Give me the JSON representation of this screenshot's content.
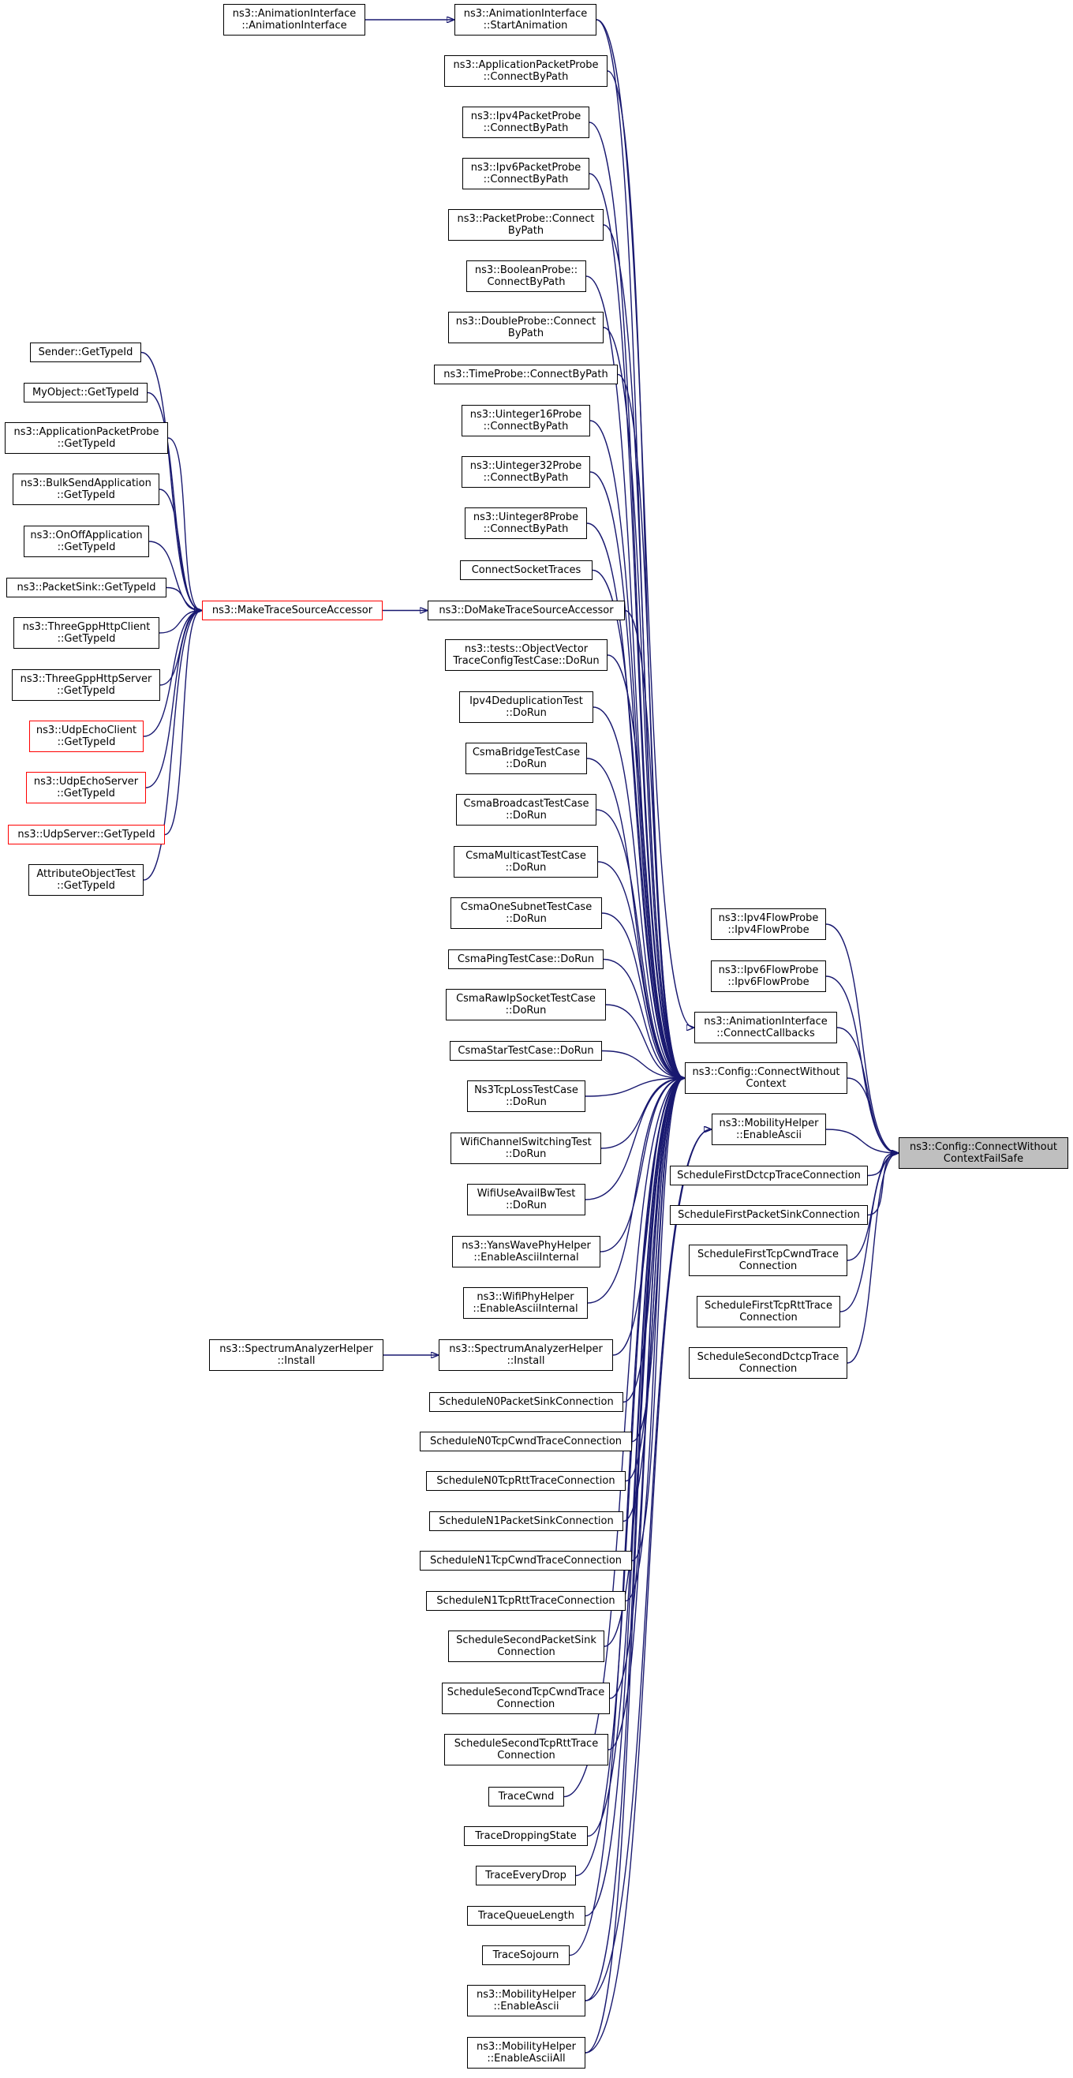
{
  "colors": {
    "edge": "#191970",
    "node_border": "#000000",
    "truncated_node_border": "#ff0000",
    "root_fill": "#bfbfbf",
    "background": "#ffffff"
  },
  "nodes": [
    {
      "id": "root",
      "lines": [
        "ns3::Config::ConnectWithout",
        "ContextFailSafe"
      ],
      "style": "root"
    },
    {
      "id": "ipv4flowprobe",
      "lines": [
        "ns3::Ipv4FlowProbe",
        "::Ipv4FlowProbe"
      ]
    },
    {
      "id": "ipv6flowprobe",
      "lines": [
        "ns3::Ipv6FlowProbe",
        "::Ipv6FlowProbe"
      ]
    },
    {
      "id": "connectcallbacks",
      "lines": [
        "ns3::AnimationInterface",
        "::ConnectCallbacks"
      ]
    },
    {
      "id": "connectwithoutcontext",
      "lines": [
        "ns3::Config::ConnectWithout",
        "Context"
      ]
    },
    {
      "id": "mobility_enableascii_r",
      "lines": [
        "ns3::MobilityHelper",
        "::EnableAscii"
      ]
    },
    {
      "id": "sched_first_dctcp",
      "lines": [
        "ScheduleFirstDctcpTraceConnection"
      ]
    },
    {
      "id": "sched_first_pktsink",
      "lines": [
        "ScheduleFirstPacketSinkConnection"
      ]
    },
    {
      "id": "sched_first_cwnd",
      "lines": [
        "ScheduleFirstTcpCwndTrace",
        "Connection"
      ]
    },
    {
      "id": "sched_first_rtt",
      "lines": [
        "ScheduleFirstTcpRttTrace",
        "Connection"
      ]
    },
    {
      "id": "sched_second_dctcp",
      "lines": [
        "ScheduleSecondDctcpTrace",
        "Connection"
      ]
    },
    {
      "id": "startanimation",
      "lines": [
        "ns3::AnimationInterface",
        "::StartAnimation"
      ]
    },
    {
      "id": "anim_ctor",
      "lines": [
        "ns3::AnimationInterface",
        "::AnimationInterface"
      ]
    },
    {
      "id": "apppktprobe_cbp",
      "lines": [
        "ns3::ApplicationPacketProbe",
        "::ConnectByPath"
      ]
    },
    {
      "id": "ipv4pktprobe_cbp",
      "lines": [
        "ns3::Ipv4PacketProbe",
        "::ConnectByPath"
      ]
    },
    {
      "id": "ipv6pktprobe_cbp",
      "lines": [
        "ns3::Ipv6PacketProbe",
        "::ConnectByPath"
      ]
    },
    {
      "id": "pktprobe_cbp",
      "lines": [
        "ns3::PacketProbe::Connect",
        "ByPath"
      ]
    },
    {
      "id": "boolprobe_cbp",
      "lines": [
        "ns3::BooleanProbe::",
        "ConnectByPath"
      ]
    },
    {
      "id": "dblprobe_cbp",
      "lines": [
        "ns3::DoubleProbe::Connect",
        "ByPath"
      ]
    },
    {
      "id": "timeprobe_cbp",
      "lines": [
        "ns3::TimeProbe::ConnectByPath"
      ]
    },
    {
      "id": "u16probe_cbp",
      "lines": [
        "ns3::Uinteger16Probe",
        "::ConnectByPath"
      ]
    },
    {
      "id": "u32probe_cbp",
      "lines": [
        "ns3::Uinteger32Probe",
        "::ConnectByPath"
      ]
    },
    {
      "id": "u8probe_cbp",
      "lines": [
        "ns3::Uinteger8Probe",
        "::ConnectByPath"
      ]
    },
    {
      "id": "connectsockettraces",
      "lines": [
        "ConnectSocketTraces"
      ]
    },
    {
      "id": "domaketsa",
      "lines": [
        "ns3::DoMakeTraceSourceAccessor"
      ]
    },
    {
      "id": "makestsa",
      "lines": [
        "ns3::MakeTraceSourceAccessor"
      ],
      "style": "red"
    },
    {
      "id": "sender_gti",
      "lines": [
        "Sender::GetTypeId"
      ]
    },
    {
      "id": "myobject_gti",
      "lines": [
        "MyObject::GetTypeId"
      ]
    },
    {
      "id": "apppktprobe_gti",
      "lines": [
        "ns3::ApplicationPacketProbe",
        "::GetTypeId"
      ]
    },
    {
      "id": "bulksend_gti",
      "lines": [
        "ns3::BulkSendApplication",
        "::GetTypeId"
      ]
    },
    {
      "id": "onoff_gti",
      "lines": [
        "ns3::OnOffApplication",
        "::GetTypeId"
      ]
    },
    {
      "id": "pktsink_gti",
      "lines": [
        "ns3::PacketSink::GetTypeId"
      ]
    },
    {
      "id": "httpclient_gti",
      "lines": [
        "ns3::ThreeGppHttpClient",
        "::GetTypeId"
      ]
    },
    {
      "id": "httpserver_gti",
      "lines": [
        "ns3::ThreeGppHttpServer",
        "::GetTypeId"
      ]
    },
    {
      "id": "udpechoclient_gti",
      "lines": [
        "ns3::UdpEchoClient",
        "::GetTypeId"
      ],
      "style": "red"
    },
    {
      "id": "udpechoserver_gti",
      "lines": [
        "ns3::UdpEchoServer",
        "::GetTypeId"
      ],
      "style": "red"
    },
    {
      "id": "udpserver_gti",
      "lines": [
        "ns3::UdpServer::GetTypeId"
      ],
      "style": "red"
    },
    {
      "id": "attrobjtest_gti",
      "lines": [
        "AttributeObjectTest",
        "::GetTypeId"
      ]
    },
    {
      "id": "objvector_dorun",
      "lines": [
        "ns3::tests::ObjectVector",
        "TraceConfigTestCase::DoRun"
      ]
    },
    {
      "id": "ipv4dedup_dorun",
      "lines": [
        "Ipv4DeduplicationTest",
        "::DoRun"
      ]
    },
    {
      "id": "csmabridge_dorun",
      "lines": [
        "CsmaBridgeTestCase",
        "::DoRun"
      ]
    },
    {
      "id": "csmabroadcast_dorun",
      "lines": [
        "CsmaBroadcastTestCase",
        "::DoRun"
      ]
    },
    {
      "id": "csmamulticast_dorun",
      "lines": [
        "CsmaMulticastTestCase",
        "::DoRun"
      ]
    },
    {
      "id": "csmaonesubnet_dorun",
      "lines": [
        "CsmaOneSubnetTestCase",
        "::DoRun"
      ]
    },
    {
      "id": "csmaping_dorun",
      "lines": [
        "CsmaPingTestCase::DoRun"
      ]
    },
    {
      "id": "csmarawip_dorun",
      "lines": [
        "CsmaRawIpSocketTestCase",
        "::DoRun"
      ]
    },
    {
      "id": "csmastar_dorun",
      "lines": [
        "CsmaStarTestCase::DoRun"
      ]
    },
    {
      "id": "ns3tcploss_dorun",
      "lines": [
        "Ns3TcpLossTestCase",
        "::DoRun"
      ]
    },
    {
      "id": "wifichswitch_dorun",
      "lines": [
        "WifiChannelSwitchingTest",
        "::DoRun"
      ]
    },
    {
      "id": "wifiavailbw_dorun",
      "lines": [
        "WifiUseAvailBwTest",
        "::DoRun"
      ]
    },
    {
      "id": "yanswave_enableascii",
      "lines": [
        "ns3::YansWavePhyHelper",
        "::EnableAsciiInternal"
      ]
    },
    {
      "id": "wifiphy_enableascii",
      "lines": [
        "ns3::WifiPhyHelper",
        "::EnableAsciiInternal"
      ]
    },
    {
      "id": "spectrum_install",
      "lines": [
        "ns3::SpectrumAnalyzerHelper",
        "::Install"
      ]
    },
    {
      "id": "spectrum_install_l",
      "lines": [
        "ns3::SpectrumAnalyzerHelper",
        "::Install"
      ]
    },
    {
      "id": "sched_n0_pktsink",
      "lines": [
        "ScheduleN0PacketSinkConnection"
      ]
    },
    {
      "id": "sched_n0_cwnd",
      "lines": [
        "ScheduleN0TcpCwndTraceConnection"
      ]
    },
    {
      "id": "sched_n0_rtt",
      "lines": [
        "ScheduleN0TcpRttTraceConnection"
      ]
    },
    {
      "id": "sched_n1_pktsink",
      "lines": [
        "ScheduleN1PacketSinkConnection"
      ]
    },
    {
      "id": "sched_n1_cwnd",
      "lines": [
        "ScheduleN1TcpCwndTraceConnection"
      ]
    },
    {
      "id": "sched_n1_rtt",
      "lines": [
        "ScheduleN1TcpRttTraceConnection"
      ]
    },
    {
      "id": "sched_second_pktsink",
      "lines": [
        "ScheduleSecondPacketSink",
        "Connection"
      ]
    },
    {
      "id": "sched_second_cwnd",
      "lines": [
        "ScheduleSecondTcpCwndTrace",
        "Connection"
      ]
    },
    {
      "id": "sched_second_rtt",
      "lines": [
        "ScheduleSecondTcpRttTrace",
        "Connection"
      ]
    },
    {
      "id": "tracecwnd",
      "lines": [
        "TraceCwnd"
      ]
    },
    {
      "id": "tracedroppingstate",
      "lines": [
        "TraceDroppingState"
      ]
    },
    {
      "id": "traceeverydrop",
      "lines": [
        "TraceEveryDrop"
      ]
    },
    {
      "id": "tracequeuelength",
      "lines": [
        "TraceQueueLength"
      ]
    },
    {
      "id": "tracesojourn",
      "lines": [
        "TraceSojourn"
      ]
    },
    {
      "id": "mobility_enableascii",
      "lines": [
        "ns3::MobilityHelper",
        "::EnableAscii"
      ]
    },
    {
      "id": "mobility_enableasciiall",
      "lines": [
        "ns3::MobilityHelper",
        "::EnableAsciiAll"
      ]
    }
  ],
  "edges": [
    [
      "ipv4flowprobe",
      "root"
    ],
    [
      "ipv6flowprobe",
      "root"
    ],
    [
      "connectcallbacks",
      "root"
    ],
    [
      "connectwithoutcontext",
      "root"
    ],
    [
      "mobility_enableascii_r",
      "root"
    ],
    [
      "sched_first_dctcp",
      "root"
    ],
    [
      "sched_first_pktsink",
      "root"
    ],
    [
      "sched_first_cwnd",
      "root"
    ],
    [
      "sched_first_rtt",
      "root"
    ],
    [
      "sched_second_dctcp",
      "root"
    ],
    [
      "anim_ctor",
      "startanimation"
    ],
    [
      "startanimation",
      "connectcallbacks"
    ],
    [
      "mobility_enableascii",
      "mobility_enableascii_r"
    ],
    [
      "mobility_enableasciiall",
      "mobility_enableascii_r"
    ],
    [
      "startanimation",
      "connectwithoutcontext"
    ],
    [
      "apppktprobe_cbp",
      "connectwithoutcontext"
    ],
    [
      "ipv4pktprobe_cbp",
      "connectwithoutcontext"
    ],
    [
      "ipv6pktprobe_cbp",
      "connectwithoutcontext"
    ],
    [
      "pktprobe_cbp",
      "connectwithoutcontext"
    ],
    [
      "boolprobe_cbp",
      "connectwithoutcontext"
    ],
    [
      "dblprobe_cbp",
      "connectwithoutcontext"
    ],
    [
      "timeprobe_cbp",
      "connectwithoutcontext"
    ],
    [
      "u16probe_cbp",
      "connectwithoutcontext"
    ],
    [
      "u32probe_cbp",
      "connectwithoutcontext"
    ],
    [
      "u8probe_cbp",
      "connectwithoutcontext"
    ],
    [
      "connectsockettraces",
      "connectwithoutcontext"
    ],
    [
      "domaketsa",
      "connectwithoutcontext"
    ],
    [
      "makestsa",
      "domaketsa"
    ],
    [
      "sender_gti",
      "makestsa"
    ],
    [
      "myobject_gti",
      "makestsa"
    ],
    [
      "apppktprobe_gti",
      "makestsa"
    ],
    [
      "bulksend_gti",
      "makestsa"
    ],
    [
      "onoff_gti",
      "makestsa"
    ],
    [
      "pktsink_gti",
      "makestsa"
    ],
    [
      "httpclient_gti",
      "makestsa"
    ],
    [
      "httpserver_gti",
      "makestsa"
    ],
    [
      "udpechoclient_gti",
      "makestsa"
    ],
    [
      "udpechoserver_gti",
      "makestsa"
    ],
    [
      "udpserver_gti",
      "makestsa"
    ],
    [
      "attrobjtest_gti",
      "makestsa"
    ],
    [
      "objvector_dorun",
      "connectwithoutcontext"
    ],
    [
      "ipv4dedup_dorun",
      "connectwithoutcontext"
    ],
    [
      "csmabridge_dorun",
      "connectwithoutcontext"
    ],
    [
      "csmabroadcast_dorun",
      "connectwithoutcontext"
    ],
    [
      "csmamulticast_dorun",
      "connectwithoutcontext"
    ],
    [
      "csmaonesubnet_dorun",
      "connectwithoutcontext"
    ],
    [
      "csmaping_dorun",
      "connectwithoutcontext"
    ],
    [
      "csmarawip_dorun",
      "connectwithoutcontext"
    ],
    [
      "csmastar_dorun",
      "connectwithoutcontext"
    ],
    [
      "ns3tcploss_dorun",
      "connectwithoutcontext"
    ],
    [
      "wifichswitch_dorun",
      "connectwithoutcontext"
    ],
    [
      "wifiavailbw_dorun",
      "connectwithoutcontext"
    ],
    [
      "yanswave_enableascii",
      "connectwithoutcontext"
    ],
    [
      "wifiphy_enableascii",
      "connectwithoutcontext"
    ],
    [
      "spectrum_install",
      "connectwithoutcontext"
    ],
    [
      "spectrum_install_l",
      "spectrum_install"
    ],
    [
      "sched_n0_pktsink",
      "connectwithoutcontext"
    ],
    [
      "sched_n0_cwnd",
      "connectwithoutcontext"
    ],
    [
      "sched_n0_rtt",
      "connectwithoutcontext"
    ],
    [
      "sched_n1_pktsink",
      "connectwithoutcontext"
    ],
    [
      "sched_n1_cwnd",
      "connectwithoutcontext"
    ],
    [
      "sched_n1_rtt",
      "connectwithoutcontext"
    ],
    [
      "sched_second_pktsink",
      "connectwithoutcontext"
    ],
    [
      "sched_second_cwnd",
      "connectwithoutcontext"
    ],
    [
      "sched_second_rtt",
      "connectwithoutcontext"
    ],
    [
      "tracecwnd",
      "connectwithoutcontext"
    ],
    [
      "tracedroppingstate",
      "connectwithoutcontext"
    ],
    [
      "traceeverydrop",
      "connectwithoutcontext"
    ],
    [
      "tracequeuelength",
      "connectwithoutcontext"
    ],
    [
      "tracesojourn",
      "connectwithoutcontext"
    ],
    [
      "mobility_enableascii",
      "connectwithoutcontext"
    ],
    [
      "mobility_enableasciiall",
      "connectwithoutcontext"
    ]
  ]
}
